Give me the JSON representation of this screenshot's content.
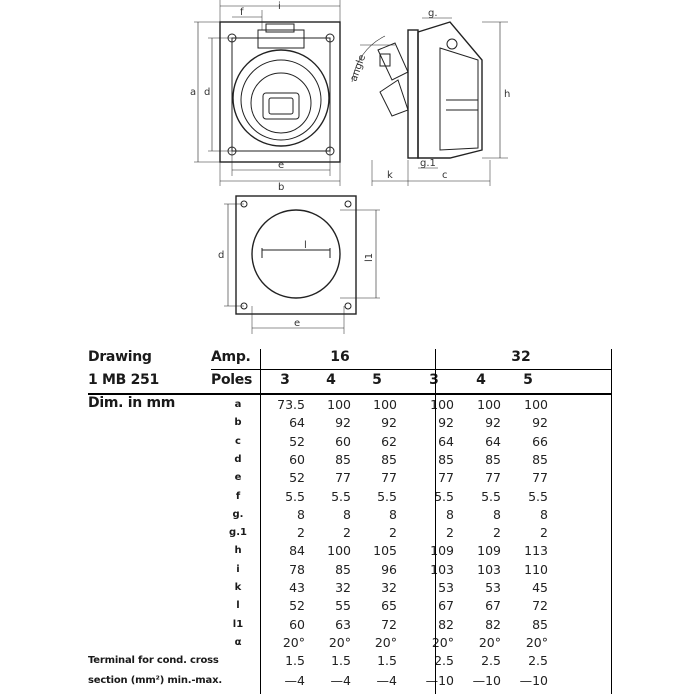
{
  "drawing_labels": {
    "i": "i",
    "f": "f",
    "a": "a",
    "d": "d",
    "e": "e",
    "b": "b",
    "g": "g.",
    "angle": "angle",
    "h": "h",
    "k": "k",
    "g1": "g.1",
    "c": "c",
    "d2": "d",
    "l": "l",
    "l1": "l1",
    "e2": "e"
  },
  "table": {
    "drawing_label": "Drawing",
    "drawing_number": "1 MB 251",
    "amp_label": "Amp.",
    "poles_label": "Poles",
    "dim_label": "Dim. in mm",
    "amp_groups": [
      "16",
      "32"
    ],
    "poles": [
      "3",
      "4",
      "5",
      "3",
      "4",
      "5"
    ],
    "rows": [
      {
        "label": "a",
        "values": [
          "73.5",
          "100",
          "100",
          "100",
          "100",
          "100"
        ]
      },
      {
        "label": "b",
        "values": [
          "64",
          "92",
          "92",
          "92",
          "92",
          "92"
        ]
      },
      {
        "label": "c",
        "values": [
          "52",
          "60",
          "62",
          "64",
          "64",
          "66"
        ]
      },
      {
        "label": "d",
        "values": [
          "60",
          "85",
          "85",
          "85",
          "85",
          "85"
        ]
      },
      {
        "label": "e",
        "values": [
          "52",
          "77",
          "77",
          "77",
          "77",
          "77"
        ]
      },
      {
        "label": "f",
        "values": [
          "5.5",
          "5.5",
          "5.5",
          "5.5",
          "5.5",
          "5.5"
        ]
      },
      {
        "label": "g.",
        "values": [
          "8",
          "8",
          "8",
          "8",
          "8",
          "8"
        ]
      },
      {
        "label": "g.1",
        "values": [
          "2",
          "2",
          "2",
          "2",
          "2",
          "2"
        ]
      },
      {
        "label": "h",
        "values": [
          "84",
          "100",
          "105",
          "109",
          "109",
          "113"
        ]
      },
      {
        "label": "i",
        "values": [
          "78",
          "85",
          "96",
          "103",
          "103",
          "110"
        ]
      },
      {
        "label": "k",
        "values": [
          "43",
          "32",
          "32",
          "53",
          "53",
          "45"
        ]
      },
      {
        "label": "l",
        "values": [
          "52",
          "55",
          "65",
          "67",
          "67",
          "72"
        ]
      },
      {
        "label": "l1",
        "values": [
          "60",
          "63",
          "72",
          "82",
          "82",
          "85"
        ]
      },
      {
        "label": "α",
        "values": [
          "20°",
          "20°",
          "20°",
          "20°",
          "20°",
          "20°"
        ]
      }
    ],
    "terminal_line1": "Terminal for cond. cross",
    "terminal_line2": "section (mm²) min.-max.",
    "terminal_min": [
      "1.5",
      "1.5",
      "1.5",
      "2.5",
      "2.5",
      "2.5"
    ],
    "terminal_max": [
      "—4",
      "—4",
      "—4",
      "—10",
      "—10",
      "—10"
    ]
  }
}
